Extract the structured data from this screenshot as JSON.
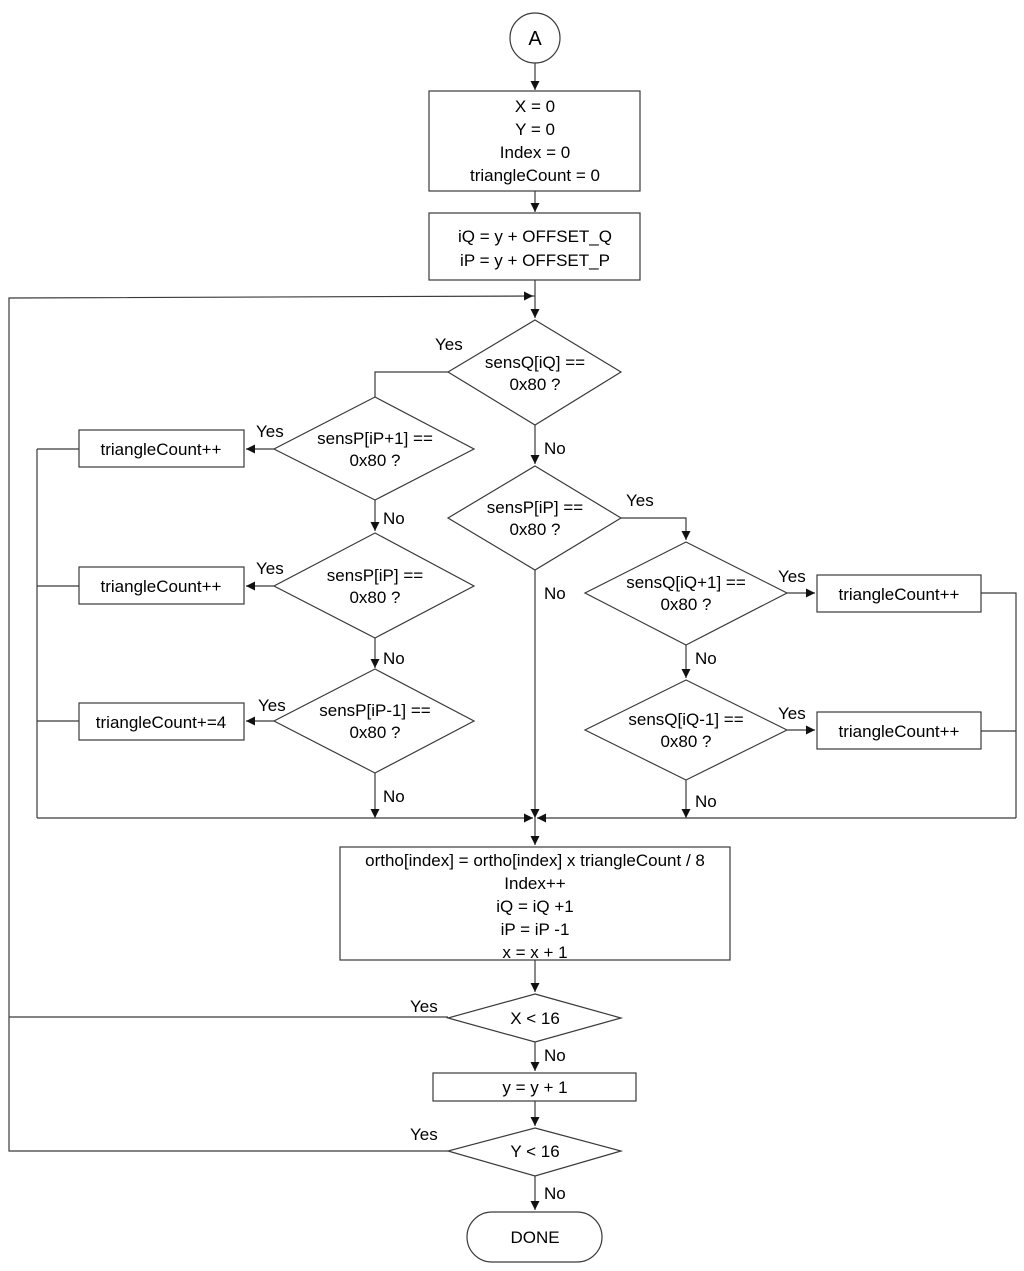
{
  "start": {
    "label": "A"
  },
  "end": {
    "label": "DONE"
  },
  "init": {
    "lines": [
      "X = 0",
      "Y = 0",
      "Index = 0",
      "triangleCount = 0"
    ]
  },
  "offsets": {
    "lines": [
      "iQ  = y + OFFSET_Q",
      "iP = y + OFFSET_P"
    ]
  },
  "decisions": {
    "sensq_iq": [
      "sensQ[iQ] ==",
      "0x80 ?"
    ],
    "sensp_ip_plus1": [
      "sensP[iP+1] ==",
      "0x80 ?"
    ],
    "sensp_ip_left": [
      "sensP[iP] ==",
      "0x80 ?"
    ],
    "sensp_ip_minus1": [
      "sensP[iP-1] ==",
      "0x80 ?"
    ],
    "sensp_ip_right": [
      "sensP[iP] ==",
      "0x80 ?"
    ],
    "sensq_iq_plus1": [
      "sensQ[iQ+1] ==",
      "0x80 ?"
    ],
    "sensq_iq_minus1": [
      "sensQ[iQ-1] ==",
      "0x80 ?"
    ],
    "x_lt_16": [
      "X < 16"
    ],
    "y_lt_16": [
      "Y < 16"
    ]
  },
  "counts": {
    "left1": "triangleCount++",
    "left2": "triangleCount++",
    "left3": "triangleCount+=4",
    "right1": "triangleCount++",
    "right2": "triangleCount++"
  },
  "update": {
    "lines": [
      "ortho[index] = ortho[index] x triangleCount / 8",
      "Index++",
      "iQ = iQ +1",
      "iP = iP -1",
      "x = x + 1"
    ]
  },
  "y_increment": {
    "label": "y  = y + 1"
  },
  "edge_labels": {
    "yes": "Yes",
    "no": "No"
  }
}
